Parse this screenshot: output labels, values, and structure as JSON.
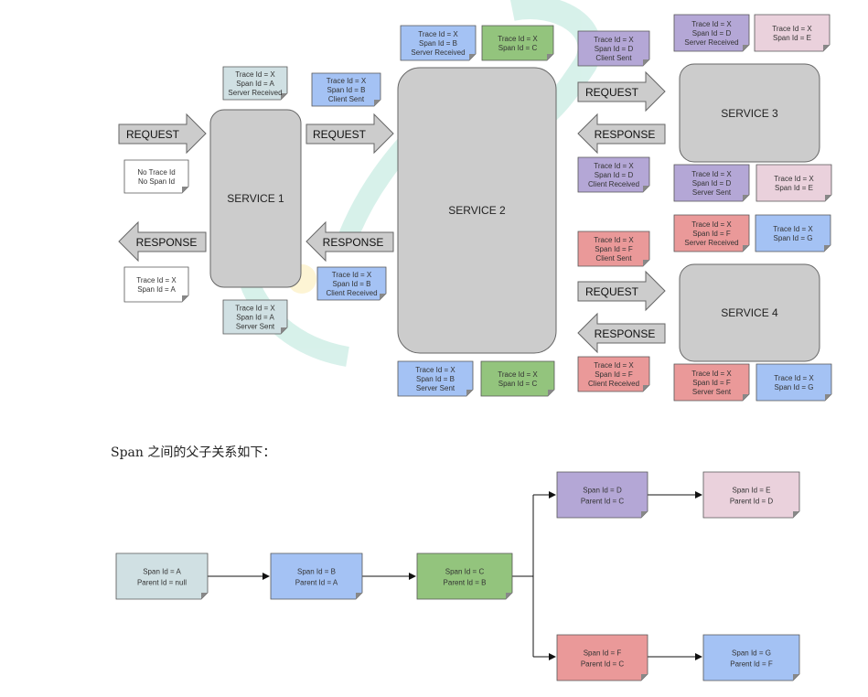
{
  "colors": {
    "teal": "#d0e0e3",
    "white": "#ffffff",
    "blue": "#a4c2f4",
    "green": "#93c47d",
    "purple": "#b4a7d6",
    "pink": "#ead1dc",
    "red": "#ea9999",
    "service": "#cccccc",
    "arrow": "#cccccc"
  },
  "services": {
    "s1": "SERVICE 1",
    "s2": "SERVICE 2",
    "s3": "SERVICE 3",
    "s4": "SERVICE 4"
  },
  "arrows": {
    "request": "REQUEST",
    "response": "RESPONSE"
  },
  "notes": {
    "s1_no_trace": [
      "No Trace Id",
      "No Span Id"
    ],
    "s1_server_received": [
      "Trace Id = X",
      "Span Id = A",
      "Server Received"
    ],
    "s1_client_sent": [
      "Trace Id = X",
      "Span Id = B",
      "Client Sent"
    ],
    "s1_client_received": [
      "Trace Id = X",
      "Span Id = B",
      "Client Received"
    ],
    "s1_response_ids": [
      "Trace Id = X",
      "Span Id = A"
    ],
    "s1_server_sent": [
      "Trace Id = X",
      "Span Id = A",
      "Server Sent"
    ],
    "s2_server_received": [
      "Trace Id = X",
      "Span Id = B",
      "Server Received"
    ],
    "s2_top_c": [
      "Trace Id = X",
      "Span Id = C"
    ],
    "s2_server_sent": [
      "Trace Id = X",
      "Span Id = B",
      "Server Sent"
    ],
    "s2_bottom_c": [
      "Trace Id = X",
      "Span Id = C"
    ],
    "s3_client_sent": [
      "Trace Id = X",
      "Span Id = D",
      "Client Sent"
    ],
    "s3_server_received": [
      "Trace Id = X",
      "Span Id = D",
      "Server Received"
    ],
    "s3_top_e": [
      "Trace Id = X",
      "Span Id = E"
    ],
    "s3_client_received": [
      "Trace Id = X",
      "Span Id = D",
      "Client Received"
    ],
    "s3_server_sent": [
      "Trace Id = X",
      "Span Id = D",
      "Server Sent"
    ],
    "s3_bottom_e": [
      "Trace Id = X",
      "Span Id = E"
    ],
    "s4_client_sent": [
      "Trace Id = X",
      "Span Id = F",
      "Client Sent"
    ],
    "s4_server_received": [
      "Trace Id = X",
      "Span Id = F",
      "Server Received"
    ],
    "s4_top_g": [
      "Trace Id = X",
      "Span Id = G"
    ],
    "s4_client_received": [
      "Trace Id = X",
      "Span Id = F",
      "Client Received"
    ],
    "s4_server_sent": [
      "Trace Id = X",
      "Span Id = F",
      "Server Sent"
    ],
    "s4_bottom_g": [
      "Trace Id = X",
      "Span Id = G"
    ]
  },
  "caption": "Span 之间的父子关系如下：",
  "tree": {
    "a": [
      "Span Id = A",
      "Parent Id = null"
    ],
    "b": [
      "Span Id = B",
      "Parent Id = A"
    ],
    "c": [
      "Span Id = C",
      "Parent Id = B"
    ],
    "d": [
      "Span Id = D",
      "Parent Id = C"
    ],
    "e": [
      "Span Id = E",
      "Parent Id = D"
    ],
    "f": [
      "Span Id = F",
      "Parent Id = C"
    ],
    "g": [
      "Span Id = G",
      "Parent Id = F"
    ]
  }
}
